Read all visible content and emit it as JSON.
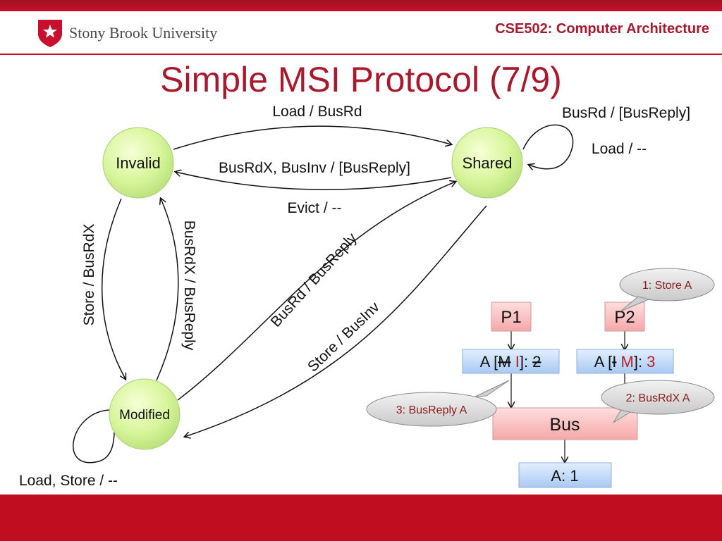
{
  "header": {
    "university": "Stony Brook University",
    "course": "CSE502: Computer Architecture",
    "brand_color": "#c8102e"
  },
  "slide": {
    "title": "Simple MSI Protocol (7/9)"
  },
  "states": {
    "invalid": "Invalid",
    "shared": "Shared",
    "modified": "Modified"
  },
  "transitions": {
    "i_to_s": "Load / BusRd",
    "s_to_i_bus": "BusRdX, BusInv / [BusReply]",
    "s_to_i_evict": "Evict / --",
    "s_self_1": "BusRd / [BusReply]",
    "s_self_2": "Load / --",
    "i_to_m": "Store / BusRdX",
    "m_to_i": "BusRdX / BusReply",
    "m_to_s": "BusRd / BusReply",
    "s_to_m": "Store / BusInv",
    "m_self": "Load, Store / --"
  },
  "system": {
    "p1": "P1",
    "p2": "P2",
    "cache1": {
      "prefix": "A [",
      "old_state": "M",
      "new_state": "I",
      "mid": "]: ",
      "old_value": "2"
    },
    "cache2": {
      "prefix": "A [",
      "old_state": "I",
      "new_state": "M",
      "mid": "]: ",
      "new_value": "3"
    },
    "bus": "Bus",
    "memory": "A: 1",
    "callouts": {
      "step1": "1: Store A",
      "step2": "2: BusRdX A",
      "step3": "3: BusReply A"
    }
  }
}
